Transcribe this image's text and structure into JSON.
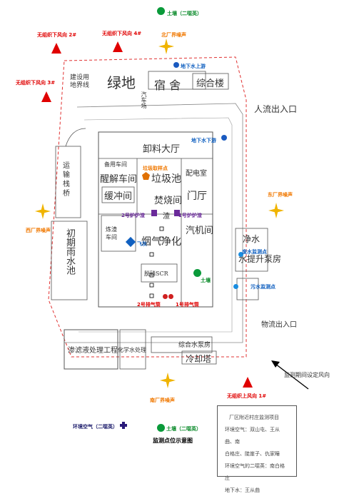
{
  "colors": {
    "noise": "#f0b400",
    "wind": "#e00000",
    "soil": "#0a9a3a",
    "water": "#1a8de0",
    "air": "#2a1a7a",
    "sample": "#e07000",
    "blue_marker": "#1060c0"
  },
  "wind": {
    "wind2": "无组织下风向 2#",
    "wind4": "无组织下风向 4#",
    "wind3": "无组织下风向 3#",
    "wind1": "无组织上风向 1#"
  },
  "noise": {
    "north": "北厂界噪声",
    "east": "东厂界噪声",
    "west": "西厂界噪声",
    "south": "南厂界噪声"
  },
  "soil": {
    "top": "土壤（二噁英）",
    "middle": "土壤",
    "bottom": "土壤（二噁英）"
  },
  "groundwater": {
    "up": "地下水上游",
    "down": "地下水下游"
  },
  "buildings": {
    "green_area": "绿地",
    "dormitory": "宿 舍",
    "complex": "综合楼",
    "parking": "汽车场",
    "boundary_note": "建设用\n地界线",
    "people_entrance": "人流出入口",
    "unloading_hall": "卸料大厅",
    "fermentation": "醒解车间",
    "storage": "备用车间",
    "waste_pool": "垃圾池",
    "distribution": "配电室",
    "incineration": "焚烧间",
    "buffer": "缓冲间",
    "gate_hall": "门厅",
    "turbine": "汽机间",
    "flue_gas": "烟气净化",
    "slag": "渣",
    "transport": "运\n输\n栈\n桥",
    "rain_pool": "初期雨水池",
    "slag_workshop": "炼渣\n车间",
    "scr": "脱硝SCR",
    "water_pump": "水提升泵房",
    "water_label": "净水",
    "logistics_entrance": "物流出入口",
    "leachate": "渗滤液处理工程",
    "cooling": "冷却塔",
    "comprehensive": "综合水泵房",
    "chem_water": "化学水处理"
  },
  "points": {
    "sample": "垃圾取样点",
    "furnace2": "2号炉炉渣",
    "furnace1": "1号炉炉渣",
    "fly_ash": "飞灰",
    "waste_water": "废水监测点",
    "sewage": "污水监测点",
    "stack2": "2号排气筒",
    "stack1": "1号排气筒"
  },
  "wind_note": "监测期间设定风向",
  "air_legend": "环境空气（二噁英）",
  "map_title": "监测点位示意图",
  "legend": {
    "title": "厂区附近村庄监测项目",
    "line1": "环境空气：双山屯、王从曲、南",
    "line2": "白格庄、陡崖子、仇家疃",
    "line3": "环境空气的二噁英：南白格庄",
    "line4": "地下水：王从曲"
  }
}
